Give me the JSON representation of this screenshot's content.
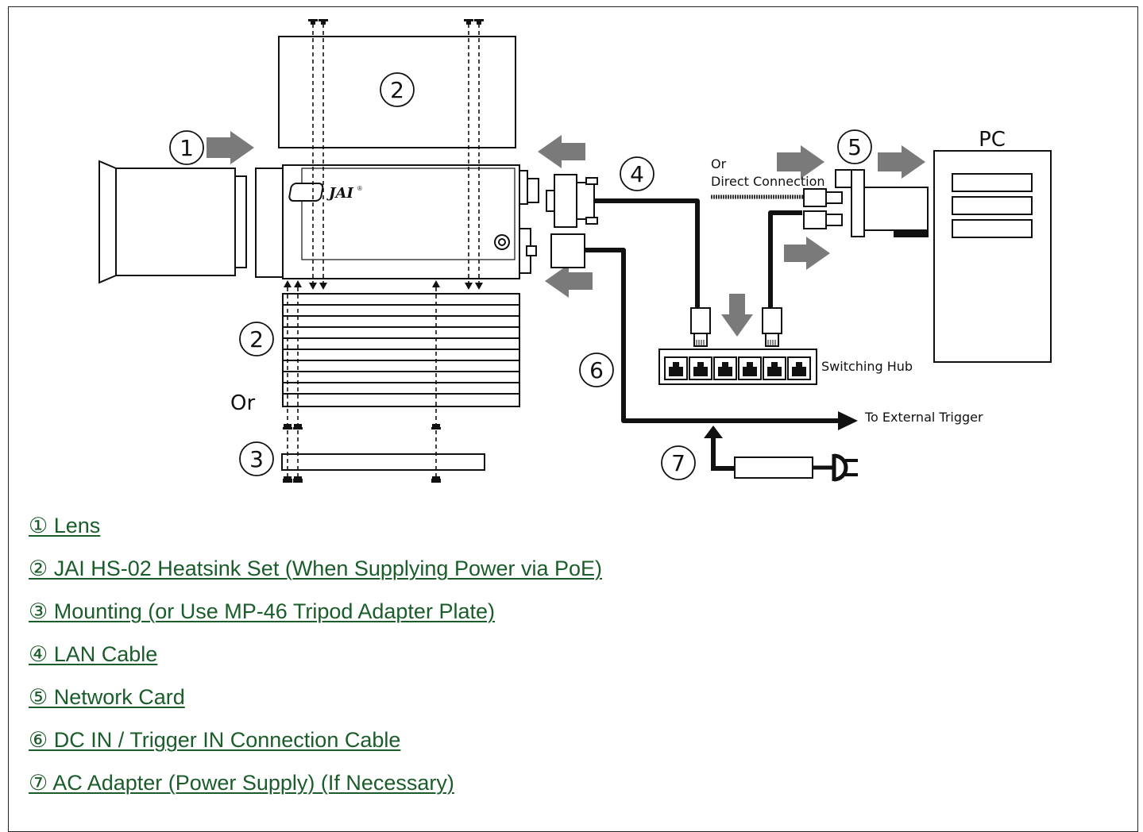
{
  "diagram": {
    "markers": {
      "m1": "1",
      "m2a": "2",
      "m2b": "2",
      "m3": "3",
      "m4": "4",
      "m5": "5",
      "m6": "6",
      "m7": "7"
    },
    "or_left": "Or",
    "or_top": "Or",
    "direct_connection": "Direct Connection",
    "pc": "PC",
    "switching_hub": "Switching Hub",
    "external_trigger": "To External Trigger",
    "brand": "JAI",
    "brand_mark": "®"
  },
  "legend": {
    "items": [
      "① Lens",
      "②  JAI HS-02 Heatsink Set (When Supplying Power via PoE)",
      "③  Mounting (or Use MP-46 Tripod Adapter Plate)",
      "④  LAN Cable",
      "⑤  Network Card",
      "⑥  DC IN / Trigger IN Connection Cable",
      "⑦  AC Adapter (Power Supply) (If Necessary)"
    ]
  },
  "colors": {
    "legend_link": "#1a5c2a",
    "arrow_fill": "#7a7a7a",
    "stroke": "#111111"
  }
}
